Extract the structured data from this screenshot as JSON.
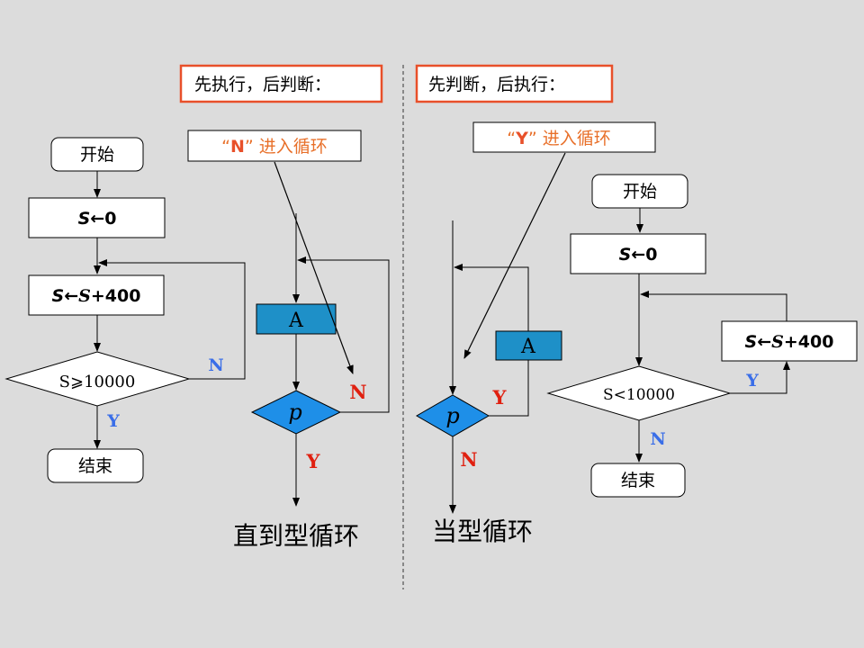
{
  "left": {
    "header": "先执行，后判断：",
    "callout": {
      "q1": "“",
      "key": "N",
      "q2": "”",
      "rest": " 进入循环"
    },
    "flow": {
      "start": "开始",
      "init": {
        "var": "S",
        "arrow": "←",
        "val": "0"
      },
      "update": {
        "var": "S",
        "arrow": "←",
        "var2": "S",
        "inc": "+400"
      },
      "condition": "S⩾10000",
      "no_label": "N",
      "yes_label": "Y",
      "end": "结束"
    },
    "structure": {
      "block": "A",
      "decision": "p",
      "no_label": "N",
      "yes_label": "Y",
      "caption": "直到型循环"
    }
  },
  "right": {
    "header": "先判断，后执行：",
    "callout": {
      "q1": "“",
      "key": "Y",
      "q2": "”",
      "rest": " 进入循环"
    },
    "flow": {
      "start": "开始",
      "init": {
        "var": "S",
        "arrow": "←",
        "val": "0"
      },
      "update": {
        "var": "S",
        "arrow": "←",
        "var2": "S",
        "inc": "+400"
      },
      "condition": "S<10000",
      "yes_label": "Y",
      "no_label": "N",
      "end": "结束"
    },
    "structure": {
      "block": "A",
      "decision": "p",
      "yes_label": "Y",
      "no_label": "N",
      "caption": "当型循环"
    }
  },
  "colors": {
    "background": "#dcdcdc",
    "header_border": "#e8502a",
    "callout_text": "#e8702a",
    "key_text": "#e8502a",
    "label_blue": "#3a6ee8",
    "label_red": "#e02010",
    "block_fill": "#1e90c8",
    "decision_fill": "#1e8fe8"
  }
}
